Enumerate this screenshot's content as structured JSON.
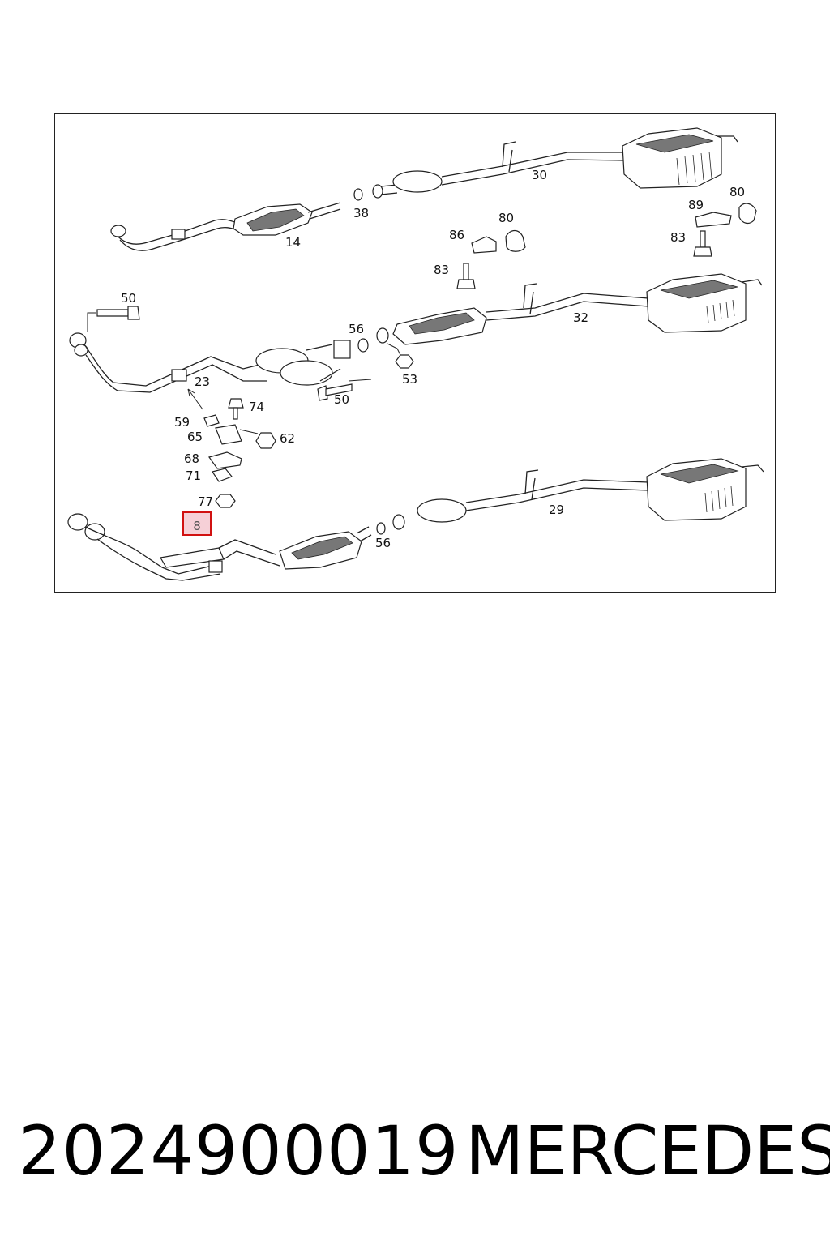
{
  "diagram": {
    "callouts": [
      {
        "id": "c14",
        "text": "14"
      },
      {
        "id": "c38",
        "text": "38"
      },
      {
        "id": "c30",
        "text": "30"
      },
      {
        "id": "c80a",
        "text": "80"
      },
      {
        "id": "c86",
        "text": "86"
      },
      {
        "id": "c83a",
        "text": "83"
      },
      {
        "id": "c89",
        "text": "89"
      },
      {
        "id": "c80b",
        "text": "80"
      },
      {
        "id": "c83b",
        "text": "83"
      },
      {
        "id": "c50a",
        "text": "50"
      },
      {
        "id": "c56a",
        "text": "56"
      },
      {
        "id": "c32",
        "text": "32"
      },
      {
        "id": "c53",
        "text": "53"
      },
      {
        "id": "c23",
        "text": "23"
      },
      {
        "id": "c50b",
        "text": "50"
      },
      {
        "id": "c74",
        "text": "74"
      },
      {
        "id": "c59",
        "text": "59"
      },
      {
        "id": "c65",
        "text": "65"
      },
      {
        "id": "c62",
        "text": "62"
      },
      {
        "id": "c68",
        "text": "68"
      },
      {
        "id": "c71",
        "text": "71"
      },
      {
        "id": "c77",
        "text": "77"
      },
      {
        "id": "c29",
        "text": "29"
      },
      {
        "id": "c56b",
        "text": "56"
      }
    ],
    "highlighted_callout": "8",
    "highlight_color": "#d11111"
  },
  "footer": {
    "part_number": "2024900019",
    "brand": "MERCEDES"
  }
}
